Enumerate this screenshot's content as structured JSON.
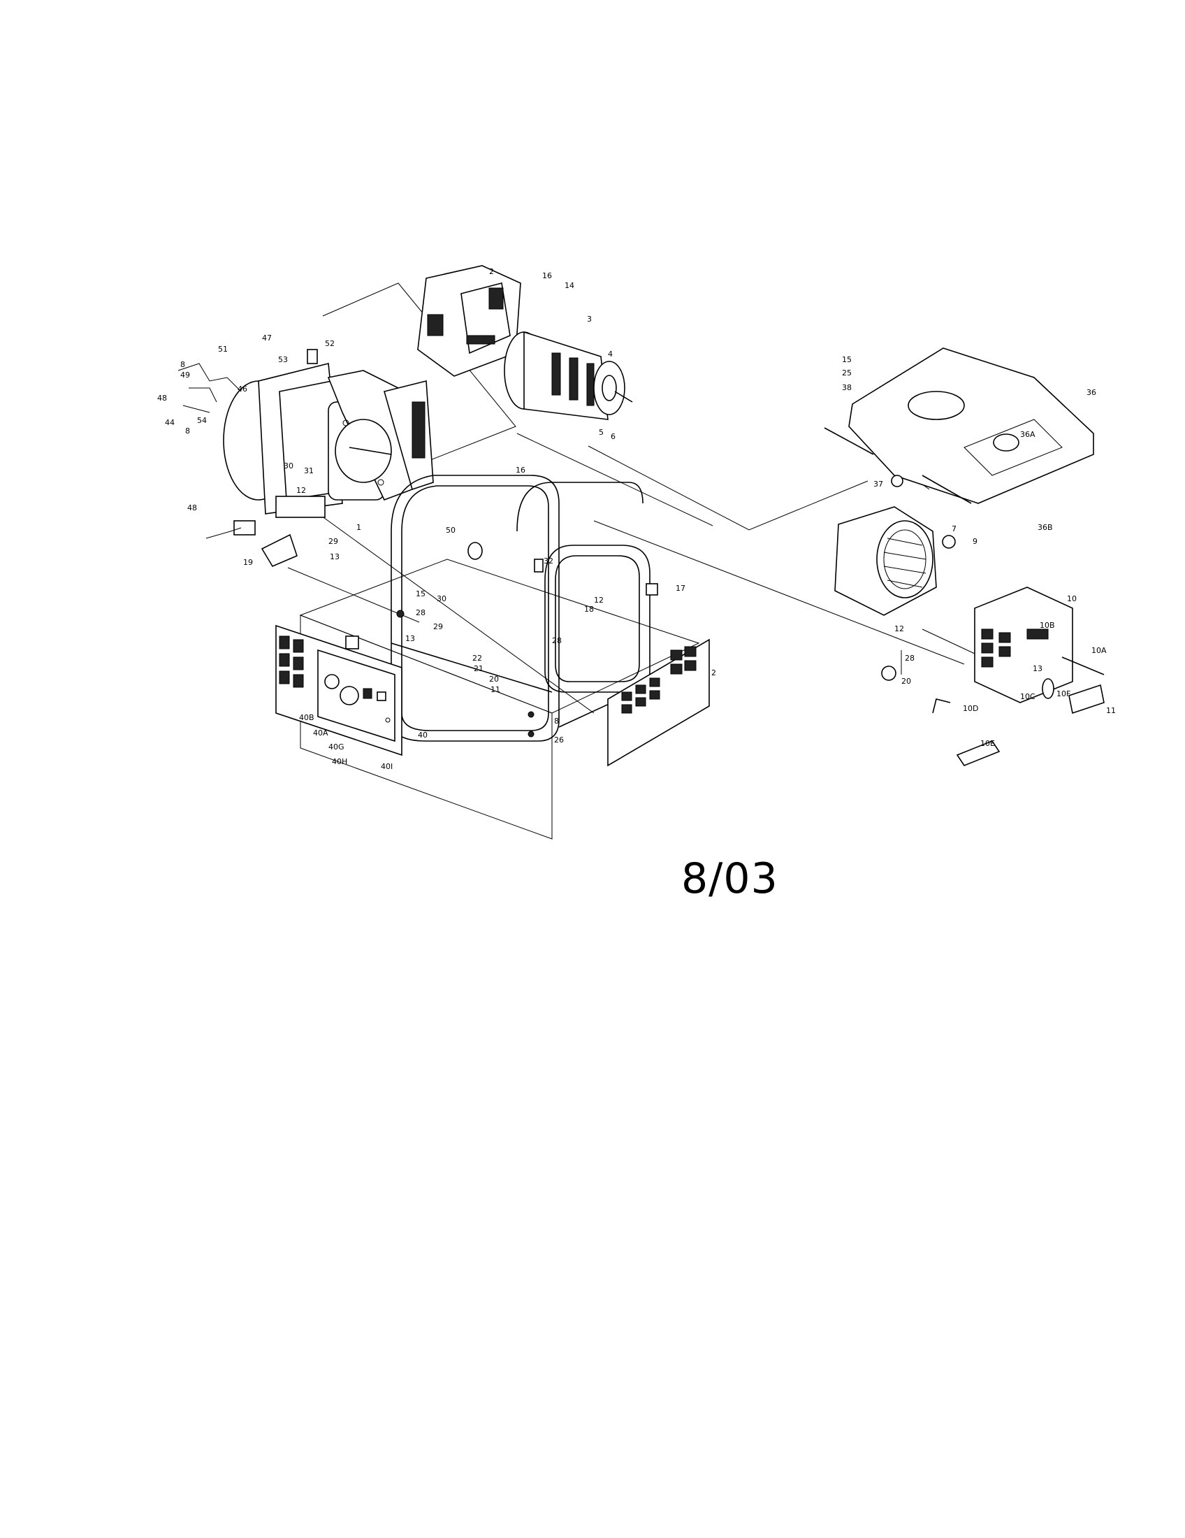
{
  "date_code": "8/03",
  "callouts": {
    "p1": "1",
    "p2": "2",
    "p3": "3",
    "p4": "4",
    "p5": "5",
    "p6": "6",
    "p7": "7",
    "p8": "8",
    "p9": "9",
    "p10": "10",
    "p10A": "10A",
    "p10B": "10B",
    "p10C": "10C",
    "p10D": "10D",
    "p10E": "10E",
    "p10F": "10F",
    "p11": "11",
    "p12": "12",
    "p13": "13",
    "p14": "14",
    "p15": "15",
    "p16": "16",
    "p17": "17",
    "p18": "18",
    "p19": "19",
    "p20": "20",
    "p21": "21",
    "p22": "22",
    "p25": "25",
    "p26": "26",
    "p28": "28",
    "p29": "29",
    "p30": "30",
    "p31": "31",
    "p32": "32",
    "p36": "36",
    "p36A": "36A",
    "p36B": "36B",
    "p37": "37",
    "p38": "38",
    "p40": "40",
    "p40A": "40A",
    "p40B": "40B",
    "p40G": "40G",
    "p40H": "40H",
    "p40I": "40I",
    "p44": "44",
    "p46": "46",
    "p47": "47",
    "p48": "48",
    "p49": "49",
    "p50": "50",
    "p51": "51",
    "p52": "52",
    "p53": "53",
    "p54": "54"
  }
}
